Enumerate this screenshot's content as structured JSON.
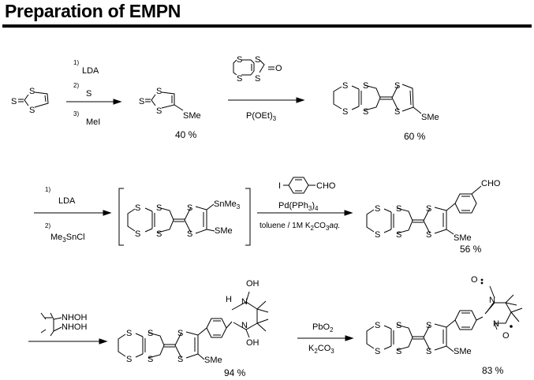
{
  "title": "Preparation of EMPN",
  "atoms": {
    "S": "S",
    "SMe": "SMe",
    "O": "O",
    "N": "N",
    "I": "I",
    "H": "H",
    "OH": "OH",
    "CHO": "CHO",
    "SnMe3_prefix": "SnMe",
    "SnMe3_sub": "3",
    "NHOH": "NHOH"
  },
  "step1": {
    "n1": "1)",
    "r1": "LDA",
    "n2": "2)",
    "r2": "S",
    "n3": "3)",
    "r3": "MeI",
    "yield": "40 %"
  },
  "step2": {
    "reagent_prefix": "P(OEt)",
    "reagent_sub": "3",
    "yield": "60 %"
  },
  "step3": {
    "n1": "1)",
    "r1": "LDA",
    "n2": "2)",
    "r2_prefix": "Me",
    "r2_sub": "3",
    "r2_suffix": "SnCl"
  },
  "step4": {
    "catalyst_prefix": "Pd(PPh",
    "catalyst_sub": "3",
    "catalyst_suffix": ")",
    "catalyst_sub2": "4",
    "solvent_prefix": "toluene / 1M K",
    "solvent_sub": "2",
    "solvent_mid": "CO",
    "solvent_sub2": "3",
    "solvent_suffix": "aq.",
    "yield": "56 %"
  },
  "step5": {
    "yield": "94 %"
  },
  "step6": {
    "r1_prefix": "PbO",
    "r1_sub": "2",
    "r2_prefix": "K",
    "r2_sub": "2",
    "r2_mid": "CO",
    "r2_sub2": "3",
    "yield": "83 %"
  }
}
